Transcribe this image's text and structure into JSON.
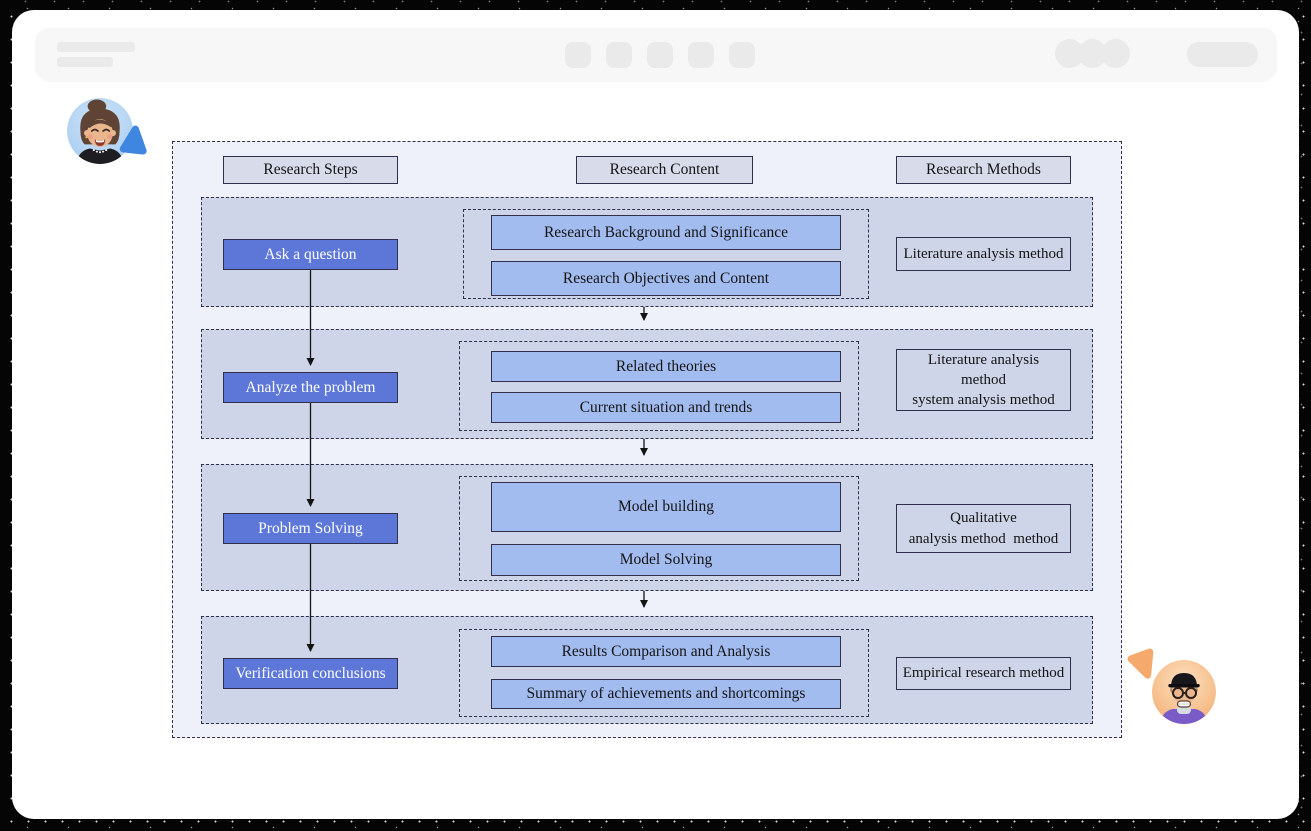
{
  "theme": {
    "page_frame": "#050505",
    "window_bg": "#ffffff",
    "toolbar_bg": "#f7f7f7",
    "placeholder": "#eaeaea",
    "diagram_bg": "#eef0fa",
    "section_bg": "#ced5e8",
    "header_box_bg": "#d8dcea",
    "step_bg": "#5d77d9",
    "content_box_bg": "#a3bcf0",
    "border_dark": "#30304d",
    "text_dark": "#141414",
    "text_light": "#ffffff",
    "cursor_blue": "#3f86e0",
    "cursor_orange": "#f5a96d"
  },
  "icons": {
    "top_left_avatar": "female-user-avatar",
    "top_left_cursor": "blue-collab-cursor",
    "bottom_right_avatar": "capped-user-with-glasses-avatar",
    "bottom_right_cursor": "orange-collab-cursor"
  },
  "diagram": {
    "headers": [
      "Research Steps",
      "Research Content",
      "Research Methods"
    ],
    "rows": [
      {
        "step": "Ask a question",
        "content": [
          "Research Background and Significance",
          "Research Objectives and Content"
        ],
        "method": "Literature analysis method"
      },
      {
        "step": "Analyze the problem",
        "content": [
          "Related theories",
          "Current situation and trends"
        ],
        "method": "Literature analysis\nmethod\nsystem analysis method"
      },
      {
        "step": "Problem Solving",
        "content": [
          "Model building",
          "Model Solving"
        ],
        "method": "Qualitative\nanalysis method  method"
      },
      {
        "step": "Verification conclusions",
        "content": [
          "Results Comparison and Analysis",
          "Summary of achievements and shortcomings"
        ],
        "method": "Empirical research method"
      }
    ]
  }
}
